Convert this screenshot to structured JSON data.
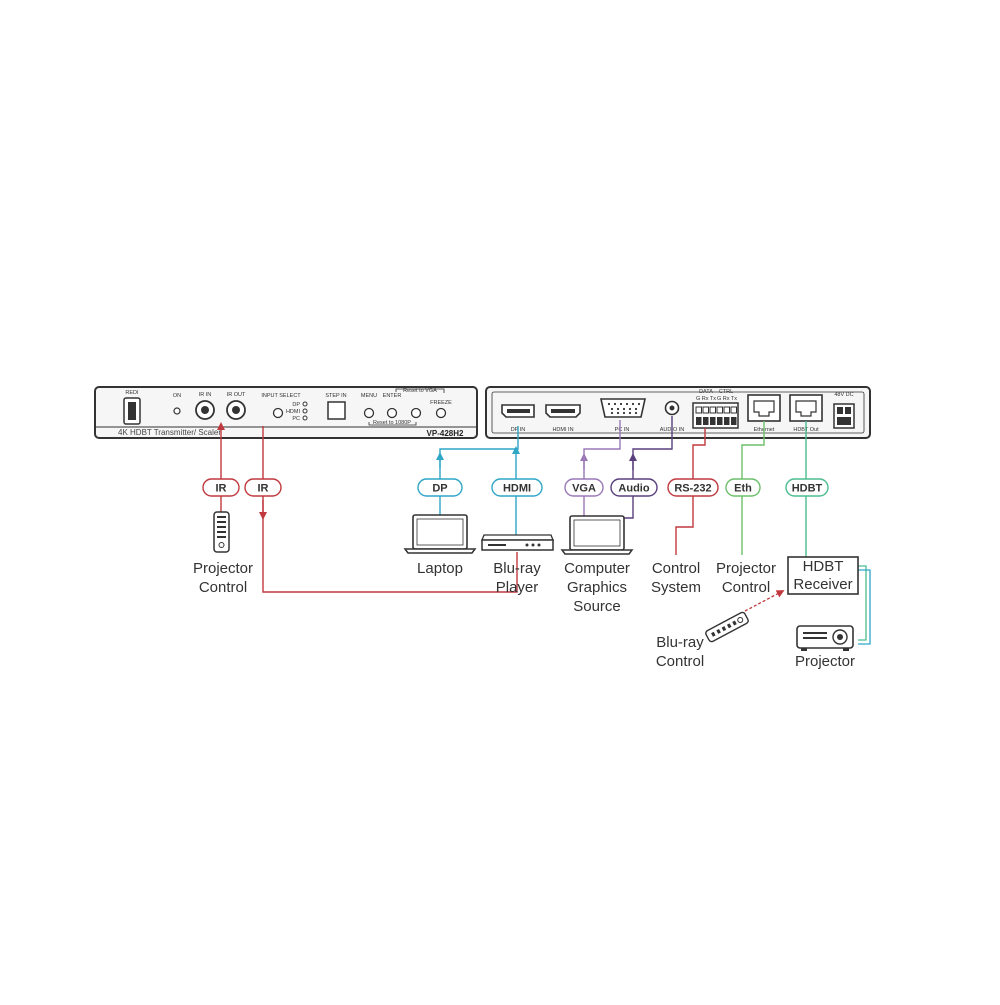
{
  "colors": {
    "ir": "#c0393f",
    "video": "#2ea6c6",
    "vga": "#9a78b8",
    "audio": "#5a3f7e",
    "rs232": "#c0393f",
    "eth": "#6cbf6a",
    "hdbt": "#4bbd8f",
    "device_stroke": "#333333",
    "panel_fill": "#f6f6f6"
  },
  "device": {
    "left_panel": {
      "port_labels": {
        "usb": "REDI",
        "on": "ON",
        "ir_in": "IR IN",
        "ir_out": "IR OUT",
        "input_select": "INPUT SELECT",
        "dp": "DP",
        "hdmi": "HDMI",
        "pc": "PC",
        "step_in": "STEP IN",
        "menu": "MENU",
        "enter": "ENTER",
        "reset_vga": "Reset to VGA",
        "reset_1080p": "Reset to 1080P",
        "freeze": "FREEZE"
      },
      "strip_label": "4K HDBT Transmitter/ Scaler",
      "model": "VP-428H2"
    },
    "right_panel": {
      "port_labels": {
        "dp_in": "DP IN",
        "hdmi_in": "HDMI IN",
        "pc_in": "PC IN",
        "audio_in": "AUDIO IN",
        "data": "DATA",
        "data_pins": "G Rx Tx",
        "ctrl": "CTRL",
        "ctrl_pins": "G Rx Tx",
        "ethernet": "Ethernet",
        "hdbt_out": "HDBT Out",
        "power": "48V DC"
      }
    }
  },
  "signals": {
    "ir_in": "IR",
    "ir_out": "IR",
    "dp": "DP",
    "hdmi": "HDMI",
    "vga": "VGA",
    "audio": "Audio",
    "rs232": "RS-232",
    "eth": "Eth",
    "hdbt": "HDBT"
  },
  "captions": {
    "projector_control_left": [
      "Projector",
      "Control"
    ],
    "laptop": [
      "Laptop"
    ],
    "bluray_player": [
      "Blu-ray",
      "Player"
    ],
    "computer_graphics": [
      "Computer",
      "Graphics",
      "Source"
    ],
    "control_system": [
      "Control",
      "System"
    ],
    "projector_control_right": [
      "Projector",
      "Control"
    ],
    "hdbt_receiver": [
      "HDBT",
      "Receiver"
    ],
    "bluray_control": [
      "Blu-ray",
      "Control"
    ],
    "projector": [
      "Projector"
    ]
  },
  "icons": [
    "remote-icon",
    "laptop-icon",
    "bluray-player-icon",
    "projector-icon",
    "usb-port-icon",
    "dp-port-icon",
    "hdmi-port-icon",
    "vga-port-icon",
    "rj45-port-icon",
    "terminal-block-icon"
  ]
}
